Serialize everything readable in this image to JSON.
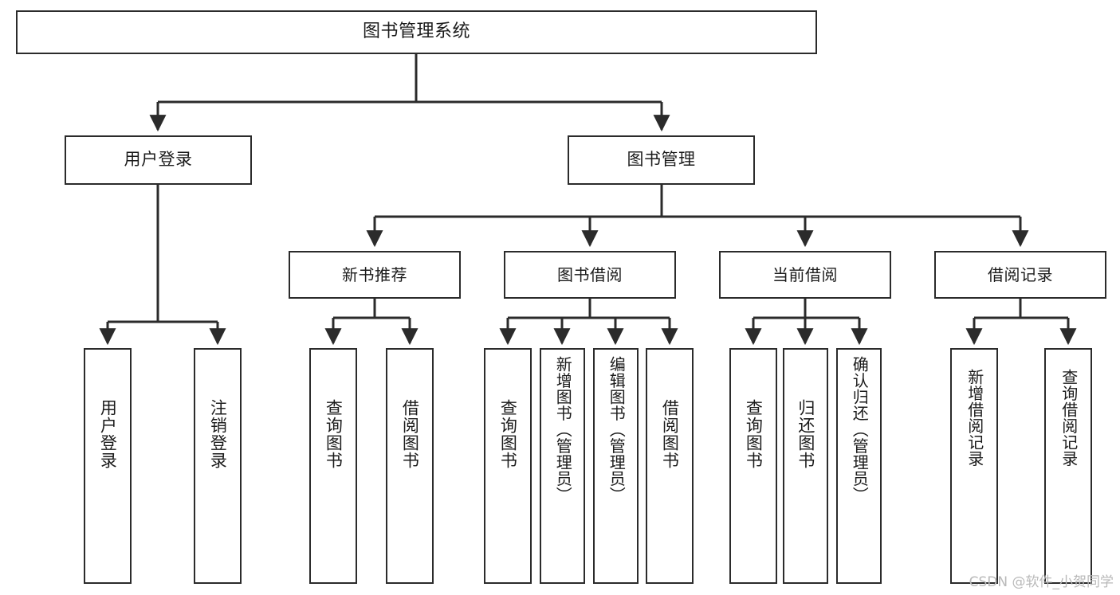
{
  "diagram": {
    "type": "tree-hierarchy-chart",
    "title": "图书管理系统",
    "watermark": "CSDN @软件_小贺同学",
    "colors": {
      "box_border": "#2b2b2b",
      "box_fill": "#ffffff",
      "connector": "#2b2b2b",
      "text": "#1b1b1b",
      "watermark": "#b9b9b9",
      "background": "#ffffff"
    },
    "nodes": {
      "root": {
        "label": "图书管理系统"
      },
      "level2": [
        {
          "id": "user-login",
          "label": "用户登录"
        },
        {
          "id": "book-management",
          "label": "图书管理"
        }
      ],
      "level3": [
        {
          "id": "new-book-recommend",
          "label": "新书推荐"
        },
        {
          "id": "book-borrow",
          "label": "图书借阅"
        },
        {
          "id": "current-borrow",
          "label": "当前借阅"
        },
        {
          "id": "borrow-record",
          "label": "借阅记录"
        }
      ],
      "leaves": {
        "user_login": [
          {
            "id": "leaf-user-login",
            "label": "用户登录"
          },
          {
            "id": "leaf-logout-login",
            "label": "注销登录"
          }
        ],
        "new_book_recommend": [
          {
            "id": "leaf-query-book-1",
            "label": "查询图书"
          },
          {
            "id": "leaf-borrow-book-1",
            "label": "借阅图书"
          }
        ],
        "book_borrow": [
          {
            "id": "leaf-query-book-2",
            "label": "查询图书"
          },
          {
            "id": "leaf-add-book",
            "label": "新增图书（管理员）"
          },
          {
            "id": "leaf-edit-book",
            "label": "编辑图书（管理员）"
          },
          {
            "id": "leaf-borrow-book-2",
            "label": "借阅图书"
          }
        ],
        "current_borrow": [
          {
            "id": "leaf-query-book-3",
            "label": "查询图书"
          },
          {
            "id": "leaf-return-book",
            "label": "归还图书"
          },
          {
            "id": "leaf-confirm-return",
            "label": "确认归还（管理员）"
          }
        ],
        "borrow_record": [
          {
            "id": "leaf-add-record",
            "label": "新增借阅记录"
          },
          {
            "id": "leaf-query-record",
            "label": "查询借阅记录"
          }
        ]
      }
    }
  }
}
